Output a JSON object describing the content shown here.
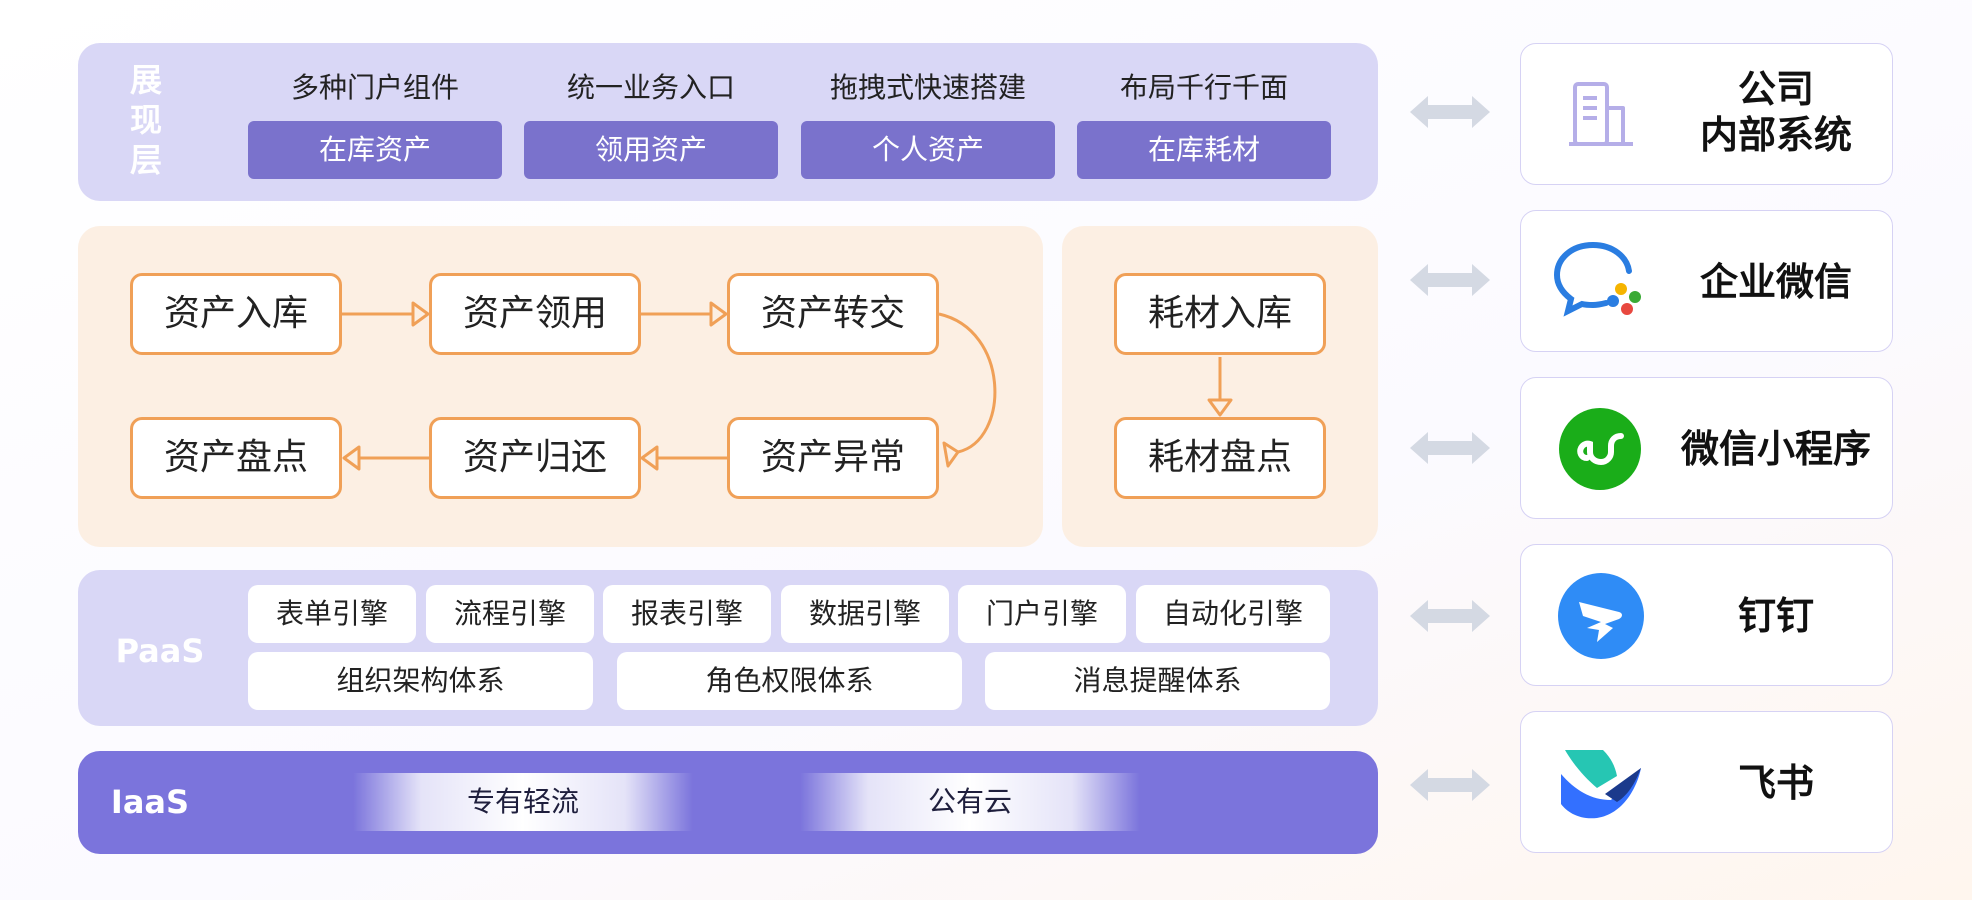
{
  "presentation_layer": {
    "label_chars": [
      "展",
      "现",
      "层"
    ],
    "feature_titles": [
      "多种门户组件",
      "统一业务入口",
      "拖拽式快速搭建",
      "布局千行千面"
    ],
    "modules": [
      "在库资产",
      "领用资产",
      "个人资产",
      "在库耗材"
    ]
  },
  "asset_flow": {
    "nodes": [
      "资产入库",
      "资产领用",
      "资产转交",
      "资产异常",
      "资产归还",
      "资产盘点"
    ]
  },
  "consumable_flow": {
    "nodes": [
      "耗材入库",
      "耗材盘点"
    ]
  },
  "paas": {
    "label": "PaaS",
    "engines": [
      "表单引擎",
      "流程引擎",
      "报表引擎",
      "数据引擎",
      "门户引擎",
      "自动化引擎"
    ],
    "systems": [
      "组织架构体系",
      "角色权限体系",
      "消息提醒体系"
    ]
  },
  "iaas": {
    "label": "IaaS",
    "clouds": [
      "专有轻流",
      "公有云"
    ]
  },
  "integrations": [
    {
      "name_line1": "公司",
      "name_line2": "内部系统",
      "icon": "building-icon"
    },
    {
      "name": "企业微信",
      "icon": "wecom-icon"
    },
    {
      "name": "微信小程序",
      "icon": "mini-program-icon"
    },
    {
      "name": "钉钉",
      "icon": "dingtalk-icon"
    },
    {
      "name": "飞书",
      "icon": "feishu-icon"
    }
  ],
  "colors": {
    "lavender_panel": "#d9d7f6",
    "module_tag": "#7a72cc",
    "peach_panel": "#fcefe3",
    "flow_border": "#f0a057",
    "iaas_panel": "#7b74dc",
    "connector_arrow": "#d4d9e3"
  }
}
